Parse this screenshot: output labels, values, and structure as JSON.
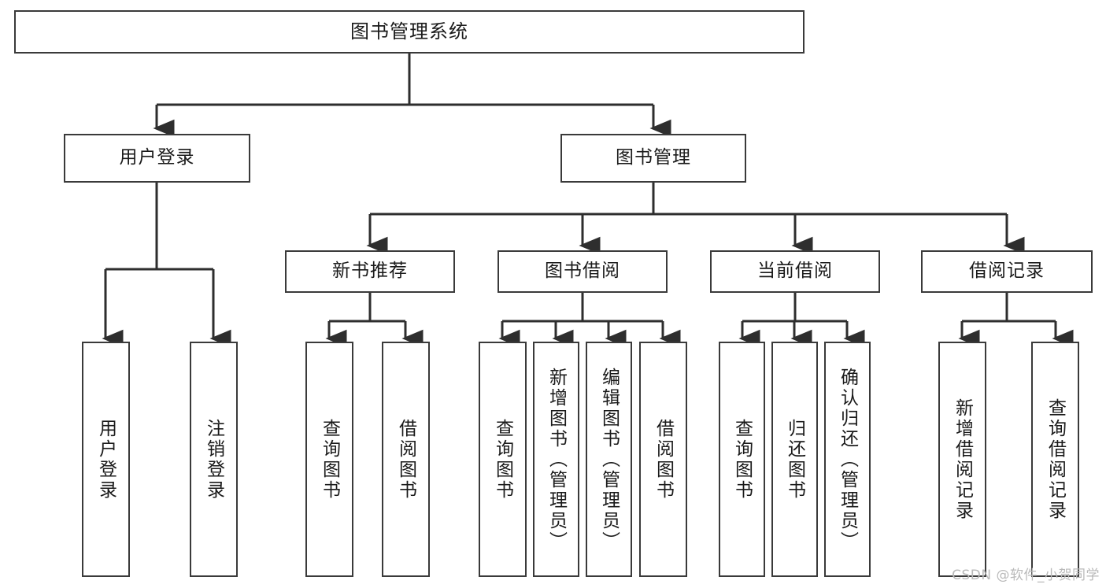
{
  "diagram": {
    "title": "图书管理系统",
    "type": "功能结构图",
    "colors": {
      "box_border": "#3a3a3a",
      "box_fill": "#ffffff",
      "line": "#2e2e2e",
      "text": "#1a1a1a",
      "watermark": "#b9b9b9",
      "background": "#ffffff"
    },
    "root": {
      "label": "图书管理系统"
    },
    "level2": [
      {
        "label": "用户登录"
      },
      {
        "label": "图书管理"
      }
    ],
    "level3": [
      {
        "label": "新书推荐"
      },
      {
        "label": "图书借阅"
      },
      {
        "label": "当前借阅"
      },
      {
        "label": "借阅记录"
      }
    ],
    "leaves": {
      "user_login": [
        {
          "label": "用户登录"
        },
        {
          "label": "注销登录"
        }
      ],
      "new_book_recommend": [
        {
          "label": "查询图书"
        },
        {
          "label": "借阅图书"
        }
      ],
      "book_borrow": [
        {
          "label": "查询图书"
        },
        {
          "label": "新增图书（管理员）"
        },
        {
          "label": "编辑图书（管理员）"
        },
        {
          "label": "借阅图书"
        }
      ],
      "current_borrow": [
        {
          "label": "查询图书"
        },
        {
          "label": "归还图书"
        },
        {
          "label": "确认归还（管理员）"
        }
      ],
      "borrow_record": [
        {
          "label": "新增借阅记录"
        },
        {
          "label": "查询借阅记录"
        }
      ]
    },
    "watermark": "CSDN @软件_小贺同学"
  }
}
